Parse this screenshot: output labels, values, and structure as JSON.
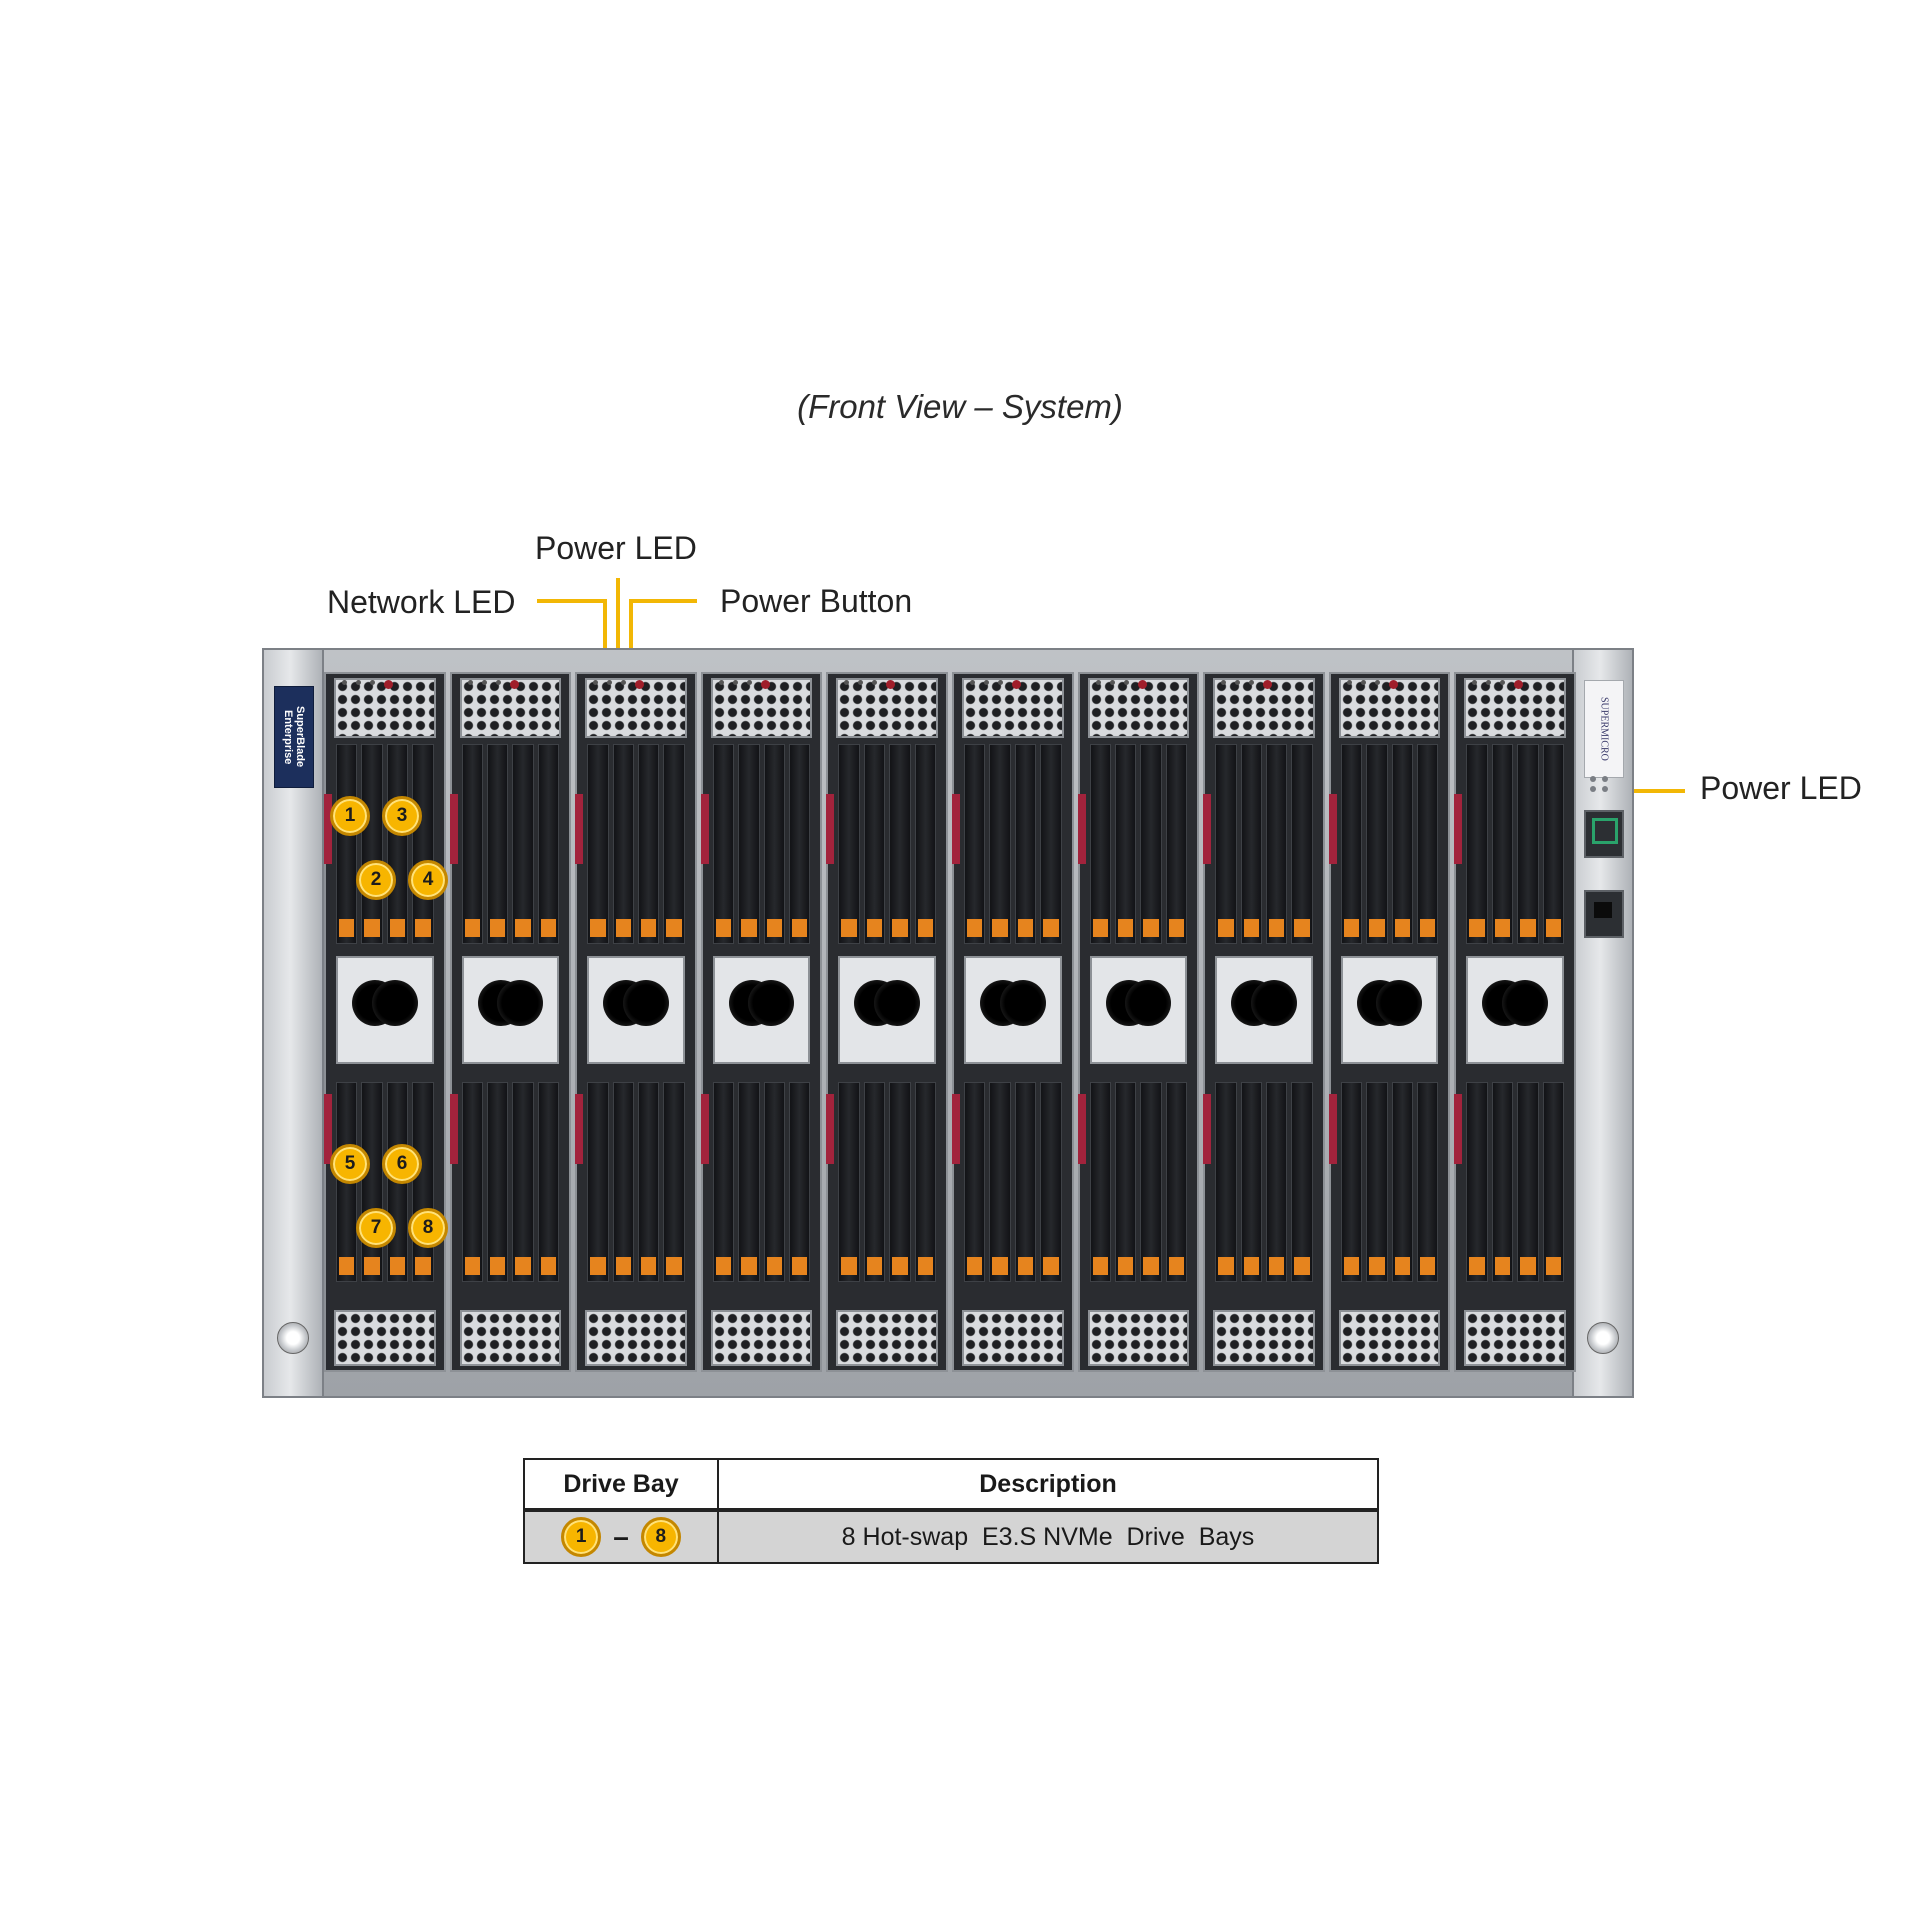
{
  "caption": "(Front View – System)",
  "callouts": {
    "power_led_top": "Power LED",
    "network_led": "Network LED",
    "power_button": "Power Button",
    "power_led_right": "Power LED"
  },
  "badges": {
    "left_brand": "SuperBlade Enterprise",
    "right_brand": "SUPERMICRO"
  },
  "bay_markers": [
    "1",
    "3",
    "2",
    "4",
    "5",
    "6",
    "7",
    "8"
  ],
  "table": {
    "headers": [
      "Drive Bay",
      "Description"
    ],
    "rows": [
      {
        "range_start": "1",
        "range_sep": "–",
        "range_end": "8",
        "description": "8 Hot-swap  E3.S NVMe  Drive  Bays"
      }
    ]
  },
  "colors": {
    "marker": "#f7b500",
    "leader": "#f2b705",
    "drive_latch": "#a2233c",
    "drive_tab": "#e6841e"
  }
}
